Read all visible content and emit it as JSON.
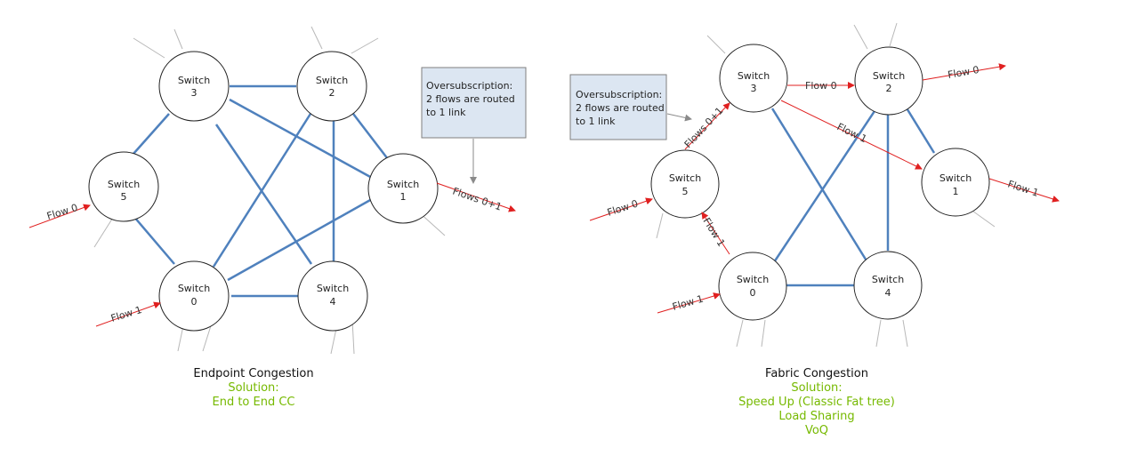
{
  "left": {
    "switches": [
      {
        "id": "s3",
        "line1": "Switch",
        "line2": "3"
      },
      {
        "id": "s2",
        "line1": "Switch",
        "line2": "2"
      },
      {
        "id": "s5",
        "line1": "Switch",
        "line2": "5"
      },
      {
        "id": "s1",
        "line1": "Switch",
        "line2": "1"
      },
      {
        "id": "s0",
        "line1": "Switch",
        "line2": "0"
      },
      {
        "id": "s4",
        "line1": "Switch",
        "line2": "4"
      }
    ],
    "flows": {
      "f0": "Flow 0",
      "f1": "Flow 1",
      "f01": "Flows 0+1"
    },
    "note": [
      "Oversubscription:",
      "2 flows are routed",
      "to 1 link"
    ],
    "caption_title": "Endpoint Congestion",
    "caption_solution": "Solution:",
    "caption_line1": "End to End CC"
  },
  "right": {
    "switches": [
      {
        "id": "s3",
        "line1": "Switch",
        "line2": "3"
      },
      {
        "id": "s2",
        "line1": "Switch",
        "line2": "2"
      },
      {
        "id": "s5",
        "line1": "Switch",
        "line2": "5"
      },
      {
        "id": "s1",
        "line1": "Switch",
        "line2": "1"
      },
      {
        "id": "s0",
        "line1": "Switch",
        "line2": "0"
      },
      {
        "id": "s4",
        "line1": "Switch",
        "line2": "4"
      }
    ],
    "flows": {
      "f0_in": "Flow 0",
      "f0_32": "Flow 0",
      "f0_out": "Flow 0",
      "f1_in": "Flow 1",
      "f1_05": "Flow 1",
      "f01_53": "Flows 0+1",
      "f1_31": "Flow 1",
      "f1_out": "Flow 1"
    },
    "note": [
      "Oversubscription:",
      "2 flows are routed",
      "to 1 link"
    ],
    "caption_title": "Fabric Congestion",
    "caption_solution": "Solution:",
    "caption_line1": "Speed Up (Classic Fat tree)",
    "caption_line2": "Load Sharing",
    "caption_line3": "VoQ"
  },
  "colors": {
    "link": "#4f81bd",
    "flow": "#e02020",
    "stub": "#b8b8b8",
    "note_fill": "#dce6f2",
    "note_stroke": "#7f7f7f",
    "caption_green": "#76b900"
  }
}
